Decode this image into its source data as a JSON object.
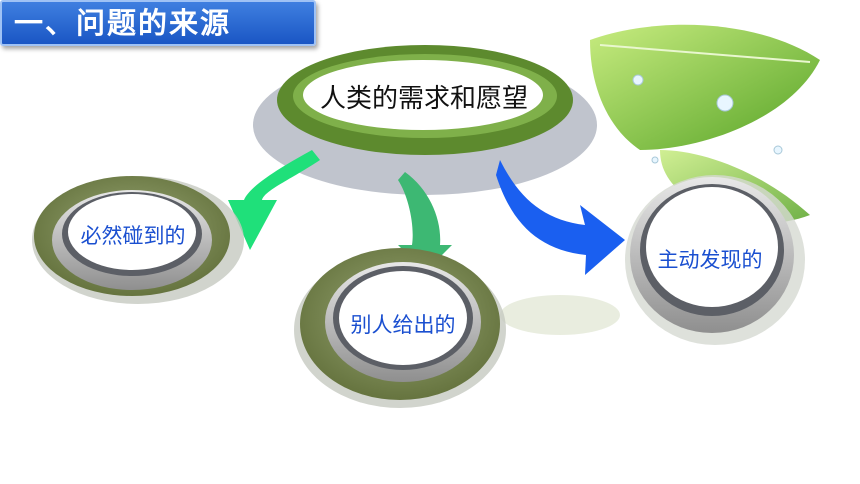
{
  "header": {
    "title": "一、问题的来源"
  },
  "diagram": {
    "center": "人类的需求和愿望",
    "nodes": [
      {
        "label": "必然碰到的"
      },
      {
        "label": "别人给出的"
      },
      {
        "label": "主动发现的"
      }
    ]
  },
  "colors": {
    "title_bar": "#1a56c4",
    "ring_olive": "#7a8a55",
    "center_green": "#6f9a3a",
    "arrow_left": "#1fe07a",
    "arrow_middle": "#3db873",
    "arrow_right": "#1a5ff0",
    "node_text": "#1a4fd0"
  }
}
